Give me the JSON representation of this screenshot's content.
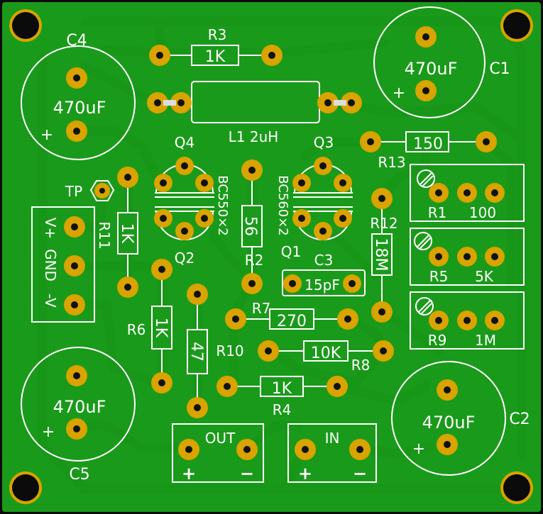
{
  "board": {
    "colors": {
      "substrate": "#1a9a1a",
      "trace": "#179617",
      "copper_pad": "#d9a300",
      "silkscreen": "#ffffff",
      "drill_hole": "#111111",
      "mount_hole": "#0b0b0b"
    }
  },
  "capacitors": {
    "c1": {
      "ref": "C1",
      "value": "470uF",
      "polarity": "+"
    },
    "c2": {
      "ref": "C2",
      "value": "470uF",
      "polarity": "+"
    },
    "c3": {
      "ref": "C3",
      "value": "15pF"
    },
    "c4": {
      "ref": "C4",
      "value": "470uF",
      "polarity": "+"
    },
    "c5": {
      "ref": "C5",
      "value": "470uF",
      "polarity": "+"
    }
  },
  "resistors": {
    "r2": {
      "ref": "R2",
      "value": "56"
    },
    "r3": {
      "ref": "R3",
      "value": "1K"
    },
    "r4": {
      "ref": "R4",
      "value": "1K"
    },
    "r6": {
      "ref": "R6",
      "value": "1K"
    },
    "r7": {
      "ref": "R7",
      "value": "270"
    },
    "r8": {
      "ref": "R8",
      "value": "10K"
    },
    "r10": {
      "ref": "R10",
      "value": "47"
    },
    "r11": {
      "ref": "R11",
      "value": "1K"
    },
    "r12": {
      "ref": "R12",
      "value": "18M"
    },
    "r13": {
      "ref": "R13",
      "value": "150"
    }
  },
  "trimmers": {
    "r1": {
      "ref": "R1",
      "value": "100"
    },
    "r5": {
      "ref": "R5",
      "value": "5K"
    },
    "r9": {
      "ref": "R9",
      "value": "1M"
    }
  },
  "inductor": {
    "label": "L1 2uH"
  },
  "transistors": {
    "q1": {
      "ref": "Q1"
    },
    "q2": {
      "ref": "Q2"
    },
    "q3": {
      "ref": "Q3",
      "part": "BC560×2"
    },
    "q4": {
      "ref": "Q4",
      "part": "BC550×2"
    }
  },
  "test_point": {
    "label": "TP"
  },
  "power_connector": {
    "v_plus": "V+",
    "gnd": "GND",
    "v_minus": "-V"
  },
  "out_connector": {
    "title": "OUT",
    "plus": "+",
    "minus": "−"
  },
  "in_connector": {
    "title": "IN",
    "plus": "+",
    "minus": "−"
  }
}
